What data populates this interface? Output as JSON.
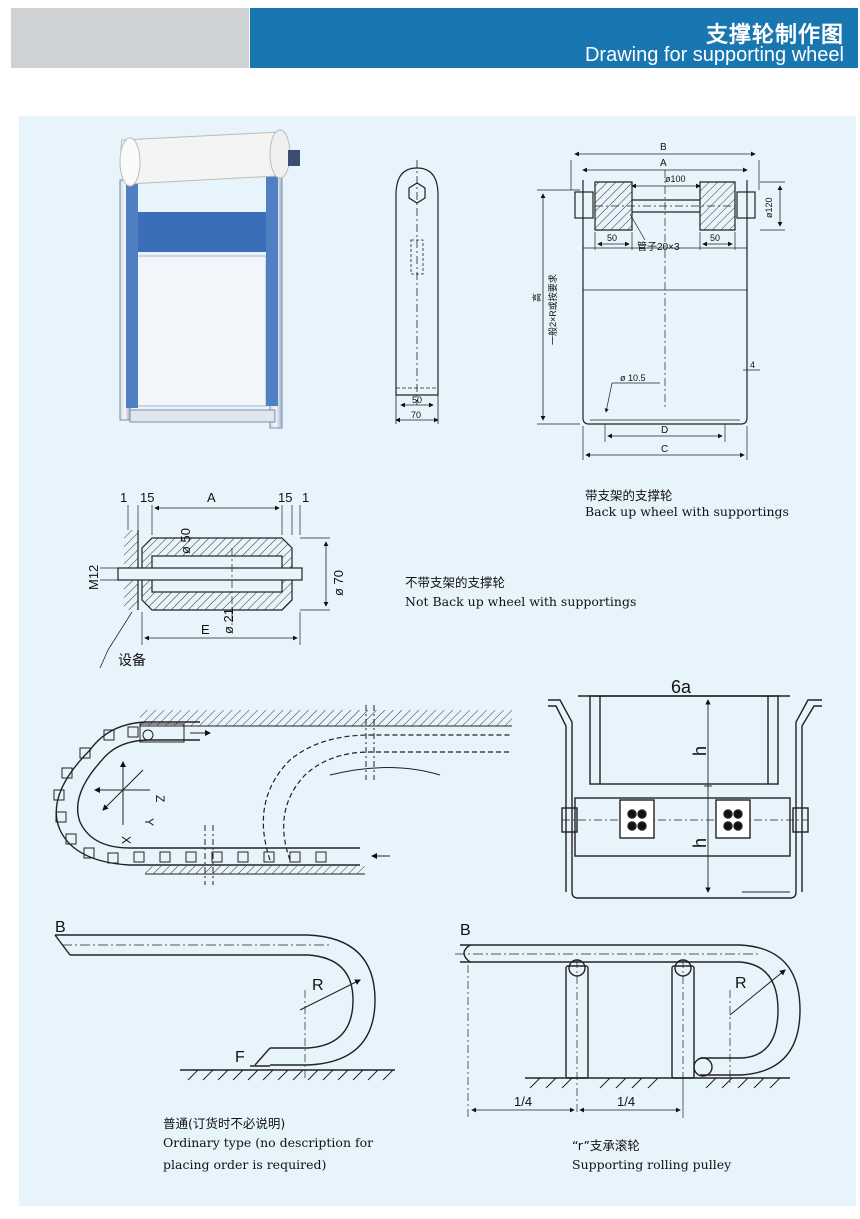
{
  "header": {
    "title_cn": "支撑轮制作图",
    "title_en": "Drawing for supporting wheel"
  },
  "drawing1": {
    "dim_50": "50",
    "dim_70": "70"
  },
  "drawing2": {
    "dim_B": "B",
    "dim_A": "A",
    "dia_100": "ø100",
    "dia_120": "ø120",
    "dim_50_left": "50",
    "dim_50_right": "50",
    "pipe": "管子20×3",
    "height_label": "高",
    "height_note": "一般2×R或按要求",
    "dim_4": "4",
    "dia_105": "ø 10.5",
    "dim_D": "D",
    "dim_C": "C",
    "caption_cn": "带支架的支撑轮",
    "caption_en": "Back up wheel with supportings"
  },
  "drawing3": {
    "dim_1a": "1",
    "dim_15a": "15",
    "dim_A": "A",
    "dim_15b": "15",
    "dim_1b": "1",
    "dia_50": "ø 50",
    "m12": "M12",
    "dia_70": "ø 70",
    "dia_21": "ø 21",
    "dim_E": "E",
    "equipment": "设备",
    "caption_cn": "不带支架的支撑轮",
    "caption_en": "Not Back up wheel with supportings"
  },
  "drawing4": {
    "axis_z": "Z",
    "axis_x": "X",
    "axis_y": "Y"
  },
  "drawing5": {
    "label_6a": "6a",
    "label_h1": "h",
    "label_h2": "h"
  },
  "drawing6": {
    "label_B": "B",
    "label_R": "R",
    "label_F": "F",
    "caption_cn": "普通(订货时不必说明)",
    "caption_en1": "Ordinary type  (no description for",
    "caption_en2": "placing order is required)"
  },
  "drawing7": {
    "label_B": "B",
    "label_R": "R",
    "dim_q1": "1/4",
    "dim_q2": "1/4",
    "caption_cn": "“r”支承滚轮",
    "caption_en": "Supporting rolling pulley"
  },
  "colors": {
    "header_blue": "#1877b0",
    "header_grey": "#cfd3d6",
    "panel_bg": "#e8f4fb",
    "frame_blue": "#3a6fb8"
  }
}
